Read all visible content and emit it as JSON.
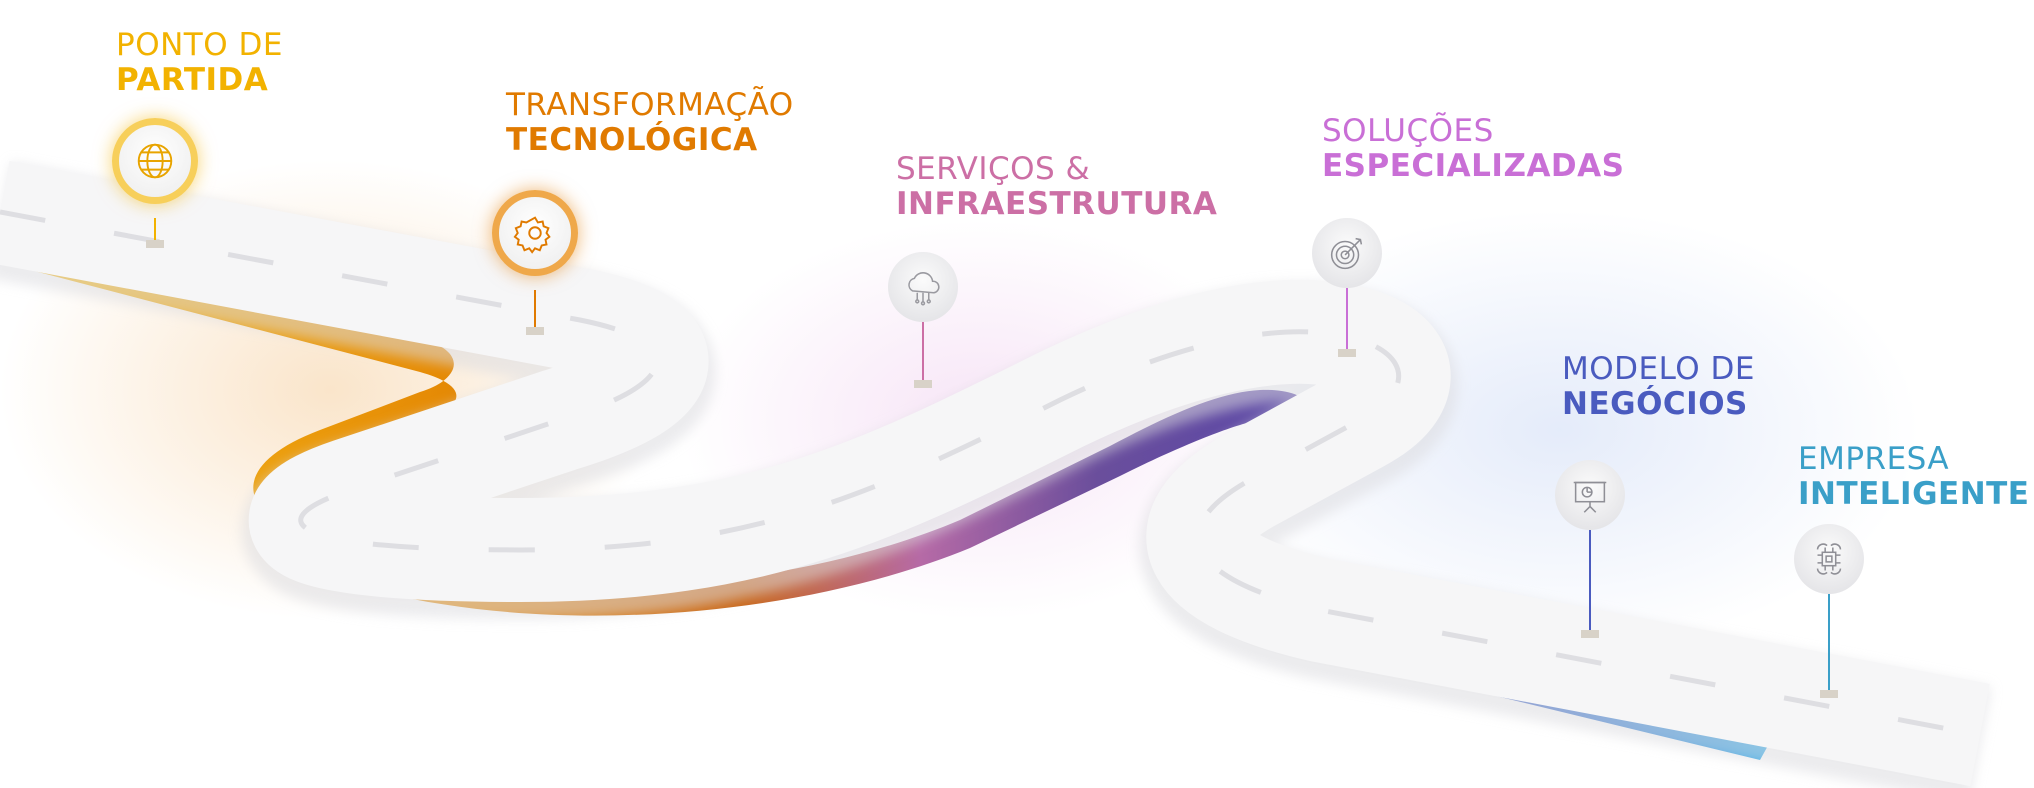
{
  "colors": {
    "yellow": "#f2b200",
    "orange": "#e07a00",
    "pink": "#cc6fa5",
    "violet": "#c96fd6",
    "blue": "#4a5bbf",
    "cyan": "#3a9fc8",
    "road": "#f7f7f8"
  },
  "milestones": [
    {
      "line1": "PONTO DE",
      "line2": "PARTIDA",
      "icon": "globe-icon",
      "color": "#f2b200"
    },
    {
      "line1": "TRANSFORMAÇÃO",
      "line2": "TECNOLÓGICA",
      "icon": "gear-icon",
      "color": "#e07a00"
    },
    {
      "line1": "SERVIÇOS &",
      "line2": "INFRAESTRUTURA",
      "icon": "cloud-network-icon",
      "color": "#cc6fa5"
    },
    {
      "line1": "SOLUÇÕES",
      "line2": "ESPECIALIZADAS",
      "icon": "target-icon",
      "color": "#c96fd6"
    },
    {
      "line1": "MODELO DE",
      "line2": "NEGÓCIOS",
      "icon": "presentation-chart-icon",
      "color": "#4a5bbf"
    },
    {
      "line1": "EMPRESA",
      "line2": "INTELIGENTE",
      "icon": "ai-chip-icon",
      "color": "#3a9fc8"
    }
  ]
}
